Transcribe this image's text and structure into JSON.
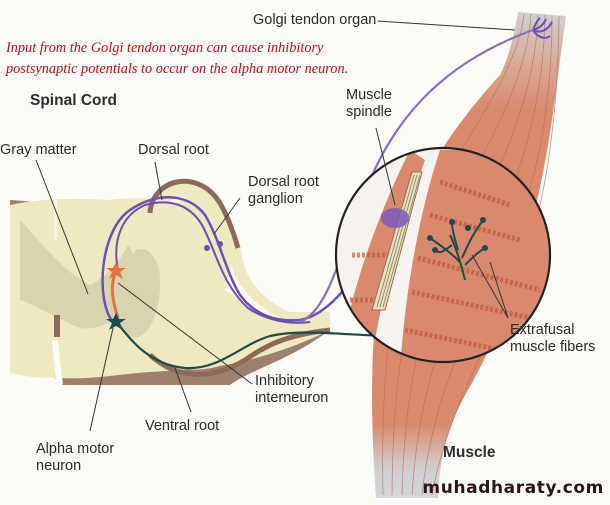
{
  "caption": {
    "line1": "Input from the Golgi tendon organ can cause inhibitory",
    "line2": "postsynaptic potentials to occur on the alpha motor neuron."
  },
  "labels": {
    "golgi_tendon_organ": "Golgi tendon organ",
    "spinal_cord": "Spinal Cord",
    "gray_matter": "Gray matter",
    "dorsal_root": "Dorsal root",
    "dorsal_root_ganglion_1": "Dorsal root",
    "dorsal_root_ganglion_2": "ganglion",
    "muscle_spindle_1": "Muscle",
    "muscle_spindle_2": "spindle",
    "extrafusal_1": "Extrafusal",
    "extrafusal_2": "muscle fibers",
    "inhibitory_1": "Inhibitory",
    "inhibitory_2": "interneuron",
    "ventral_root": "Ventral root",
    "alpha_motor_1": "Alpha motor",
    "alpha_motor_2": "neuron",
    "muscle": "Muscle"
  },
  "watermark": "muhadharaty.com",
  "colors": {
    "sensory_neuron": "#6a4fb5",
    "golgi_afferent": "#8a6fbf",
    "motor_neuron": "#1f4a4a",
    "interneuron": "#e8703a",
    "muscle": "#d98a6e",
    "white_matter": "#efe9c2",
    "gray_matter": "#d9d4b0",
    "caption": "#b3121b"
  }
}
